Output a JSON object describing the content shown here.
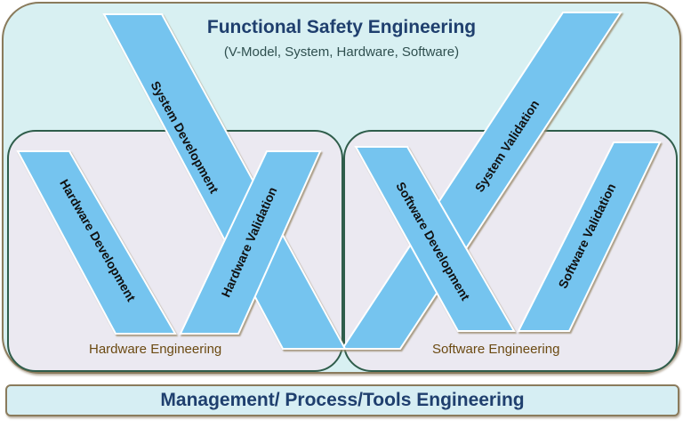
{
  "diagram": {
    "title": "Functional Safety Engineering",
    "subtitle": "(V-Model, System, Hardware, Software)",
    "groups": {
      "hardware": {
        "label": "Hardware Engineering"
      },
      "software": {
        "label": "Software Engineering"
      }
    },
    "bands": {
      "system_development": "System  Development",
      "system_validation": "System Validation",
      "hardware_development": "Hardware Development",
      "hardware_validation": "Hardware Validation",
      "software_development": "Software Development",
      "software_validation": "Software Validation"
    },
    "footer": "Management/ Process/Tools Engineering",
    "colors": {
      "outer_fill": "#d8f0f2",
      "outer_border": "#8a7b5c",
      "group_fill": "#ebe9f1",
      "group_border": "#2f5d4b",
      "band_fill": "#74c4ef",
      "title_color": "#1f3f6e",
      "group_label_color": "#6b4a12"
    }
  }
}
